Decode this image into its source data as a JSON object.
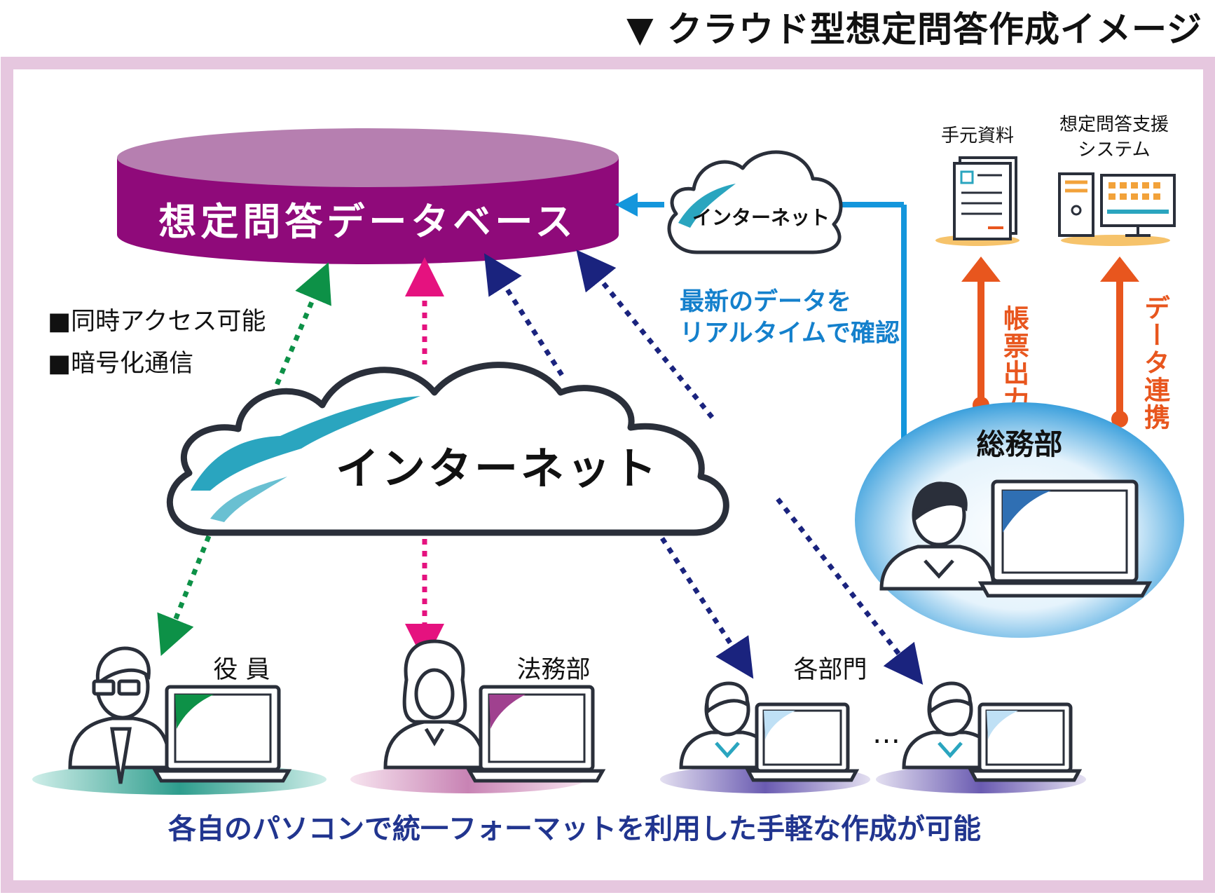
{
  "title": "▼ クラウド型想定問答作成イメージ",
  "database": {
    "label": "想定問答データベース"
  },
  "features": [
    "■同時アクセス可能",
    "■暗号化通信"
  ],
  "internet_main": {
    "label": "インターネット"
  },
  "internet_small": {
    "label": "インターネット"
  },
  "realtime_note": {
    "line1": "最新のデータを",
    "line2": "リアルタイムで確認"
  },
  "resources": {
    "documents": "手元資料",
    "system_line1": "想定問答支援",
    "system_line2": "システム"
  },
  "vertical_labels": {
    "report_output": "帳票出力",
    "data_link": "データ連携"
  },
  "departments": {
    "general_affairs": "総務部",
    "executives": "役 員",
    "legal": "法務部",
    "each_dept": "各部門",
    "ellipsis": "…"
  },
  "bottom_caption": "各自のパソコンで統一フォーマットを利用した手軽な作成が可能",
  "colors": {
    "frame": "#e6c7df",
    "db_top": "#b67fb0",
    "db_body": "#8f0a7a",
    "green": "#0d9147",
    "magenta": "#e5127f",
    "navy": "#1a237e",
    "blue": "#1496dc",
    "orange": "#e8561e",
    "cloud_teal": "#2aa5bf",
    "caption": "#21358f",
    "note": "#1480cc"
  }
}
